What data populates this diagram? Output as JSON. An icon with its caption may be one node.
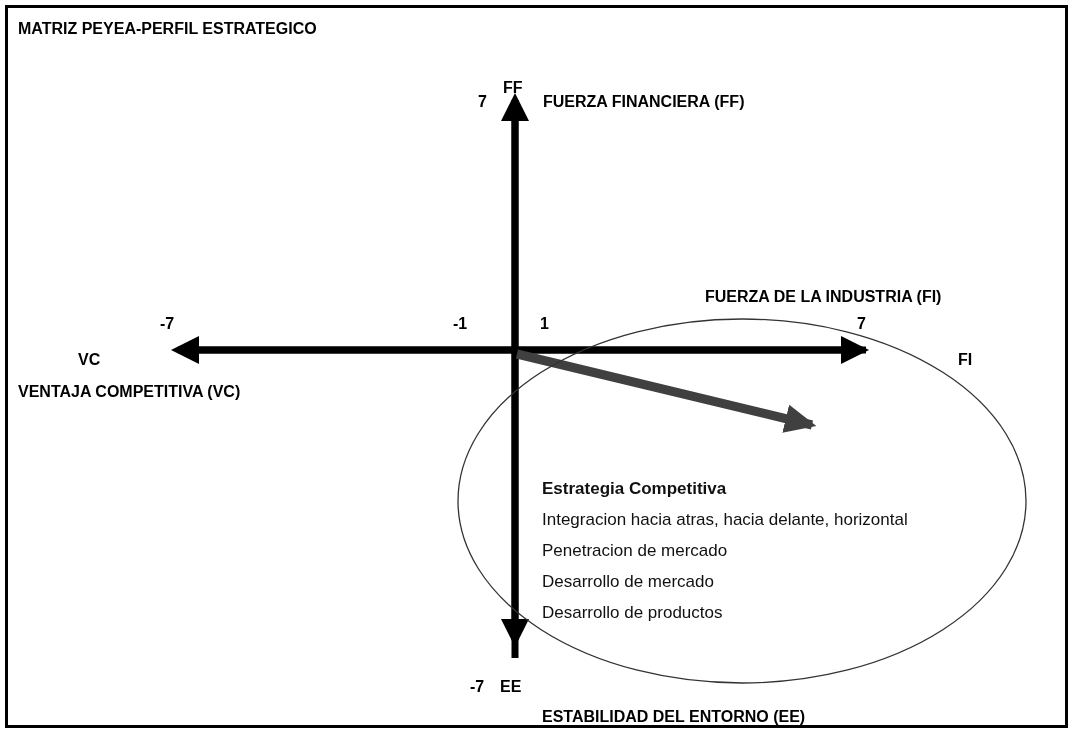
{
  "diagram": {
    "title": "MATRIZ PEYEA-PERFIL ESTRATEGICO",
    "nodes": [
      {
        "text": [
          "Estrategia Competitiva",
          "Integracion hacia atras, hacia delante, horizontal",
          "Penetracion de mercado",
          "Desarrollo de mercado",
          "Desarrollo de productos"
        ]
      }
    ],
    "labels": [
      "FF",
      "7",
      "FUERZA FINANCIERA (FF)",
      "FUERZA DE LA INDUSTRIA (FI)",
      "-7",
      "-1",
      "1",
      "7",
      "VC",
      "FI",
      "VENTAJA COMPETITIVA (VC)",
      "-7",
      "EE",
      "ESTABILIDAD DEL ENTORNO (EE)"
    ]
  }
}
